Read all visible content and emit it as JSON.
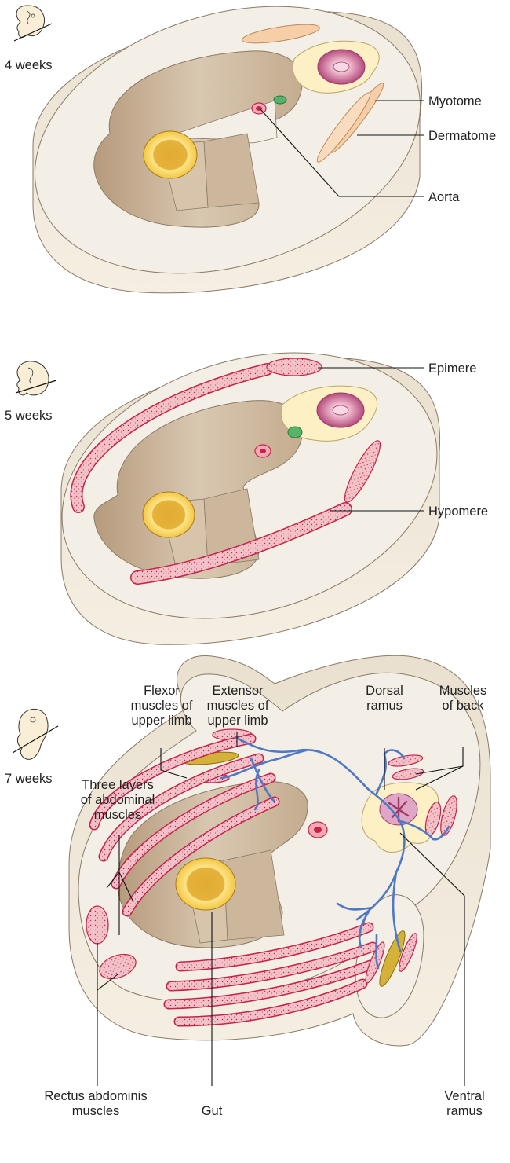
{
  "panels": [
    {
      "age": "4 weeks",
      "labels": {
        "myotome": "Myotome",
        "dermatome": "Dermatome",
        "aorta": "Aorta"
      }
    },
    {
      "age": "5 weeks",
      "labels": {
        "epimere": "Epimere",
        "hypomere": "Hypomere"
      }
    },
    {
      "age": "7 weeks",
      "labels": {
        "flexor": [
          "Flexor",
          "muscles of",
          "upper limb"
        ],
        "extensor": [
          "Extensor",
          "muscles of",
          "upper limb"
        ],
        "dorsal_ramus": [
          "Dorsal",
          "ramus"
        ],
        "muscles_of_back": [
          "Muscles",
          "of back"
        ],
        "abdominal": [
          "Three layers",
          "of abdominal",
          "muscles"
        ],
        "rectus": [
          "Rectus abdominis",
          "muscles"
        ],
        "gut": "Gut",
        "ventral_ramus": [
          "Ventral",
          "ramus"
        ]
      }
    }
  ],
  "colors": {
    "tissue": "#f3eee4",
    "tissue_side": "#e6dccb",
    "cavity": "#ccb8a0",
    "cavity_dark": "#b89e80",
    "gut_ring": "#f3c742",
    "gut_core": "#d9a52c",
    "muscle": "#f2c2c8",
    "muscle_edge": "#c4234e",
    "neural": "#fdf0c4",
    "nerve": "#4f79c4",
    "dermatome": "#f6cfa8",
    "bone": "#d4b23a",
    "green": "#57b26a"
  },
  "icons": [
    "embryo-icon",
    "embryo-icon",
    "embryo-icon"
  ]
}
